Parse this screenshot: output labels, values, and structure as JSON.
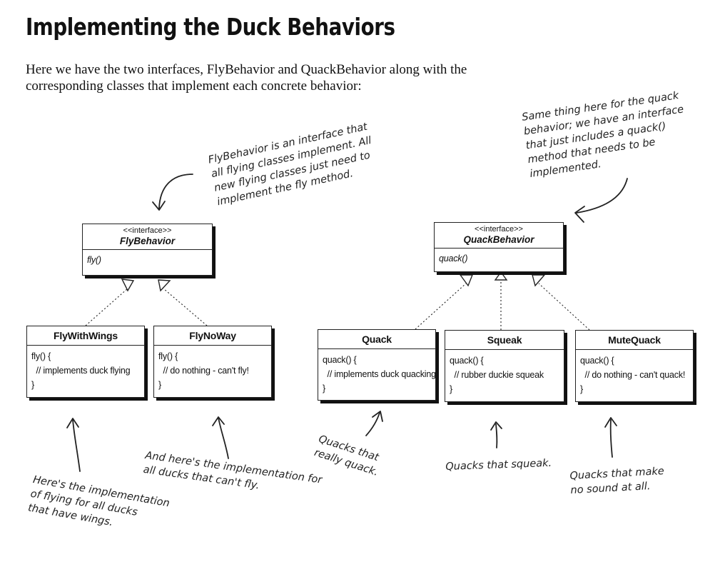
{
  "title": "Implementing the Duck Behaviors",
  "intro": "Here we have the two interfaces, FlyBehavior and QuackBehavior along with the corresponding classes that implement each concrete behavior:",
  "stereotype": "<<interface>>",
  "fly_interface": {
    "name": "FlyBehavior",
    "method": "fly()"
  },
  "quack_interface": {
    "name": "QuackBehavior",
    "method": "quack()"
  },
  "classes": {
    "fly_with_wings": {
      "name": "FlyWithWings",
      "lines": [
        "fly() {",
        "  // implements duck flying",
        "}"
      ]
    },
    "fly_no_way": {
      "name": "FlyNoWay",
      "lines": [
        "fly() {",
        "  // do nothing - can't fly!",
        "}"
      ]
    },
    "quack": {
      "name": "Quack",
      "lines": [
        "quack() {",
        "  // implements duck quacking",
        "}"
      ]
    },
    "squeak": {
      "name": "Squeak",
      "lines": [
        "quack() {",
        "  // rubber duckie squeak",
        "}"
      ]
    },
    "mute_quack": {
      "name": "MuteQuack",
      "lines": [
        "quack() {",
        "  // do nothing - can't quack!",
        "}"
      ]
    }
  },
  "notes": {
    "fly_interface": [
      "FlyBehavior is an interface that",
      "all flying classes implement. All",
      "new flying classes just need to",
      "implement the fly method."
    ],
    "quack_interface": [
      "Same thing here for the quack",
      "behavior; we have an interface",
      "that just includes a quack()",
      "method that needs to be",
      "implemented."
    ],
    "fly_with_wings": [
      "Here's the implementation",
      "of flying for all ducks",
      "that have wings."
    ],
    "fly_no_way": [
      "And here's the implementation for",
      "all ducks that can't fly."
    ],
    "quack": [
      "Quacks that",
      "really quack."
    ],
    "squeak": [
      "Quacks that squeak."
    ],
    "mute_quack": [
      "Quacks that make",
      "no sound at all."
    ]
  }
}
